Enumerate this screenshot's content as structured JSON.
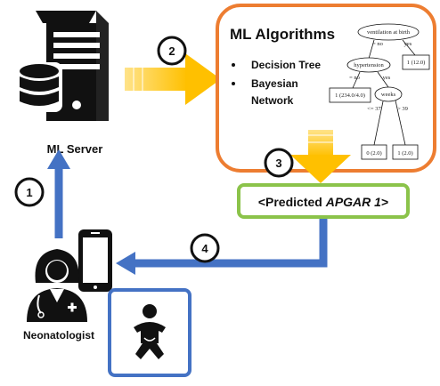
{
  "server": {
    "label": "ML Server"
  },
  "ml_box": {
    "title": "ML Algorithms",
    "items": [
      "Decision Tree",
      "Bayesian",
      "Network"
    ]
  },
  "tree": {
    "root": "ventilation at birth",
    "root_no": "= no",
    "root_yes": "yes",
    "yes_leaf": "1 (12.0)",
    "hyper": "hypertension",
    "hyper_no": "= no",
    "hyper_yes": "yes",
    "hyper_no_leaf": "1 (234.0/4.0)",
    "weeks": "weeks",
    "weeks_le": "<= 37",
    "weeks_gt": "> 39",
    "weeks_left_leaf": "0 (2.0)",
    "weeks_right_leaf": "1 (2.0)"
  },
  "prediction": {
    "prefix": "<Predicted ",
    "emph": "APGAR 1",
    "suffix": ">"
  },
  "steps": [
    "1",
    "2",
    "3",
    "4"
  ],
  "user": {
    "label": "Neonatologist"
  },
  "colors": {
    "blue": "#4472C4",
    "orange": "#ED7D31",
    "green": "#8BC34A",
    "gold": "#FFC000"
  }
}
